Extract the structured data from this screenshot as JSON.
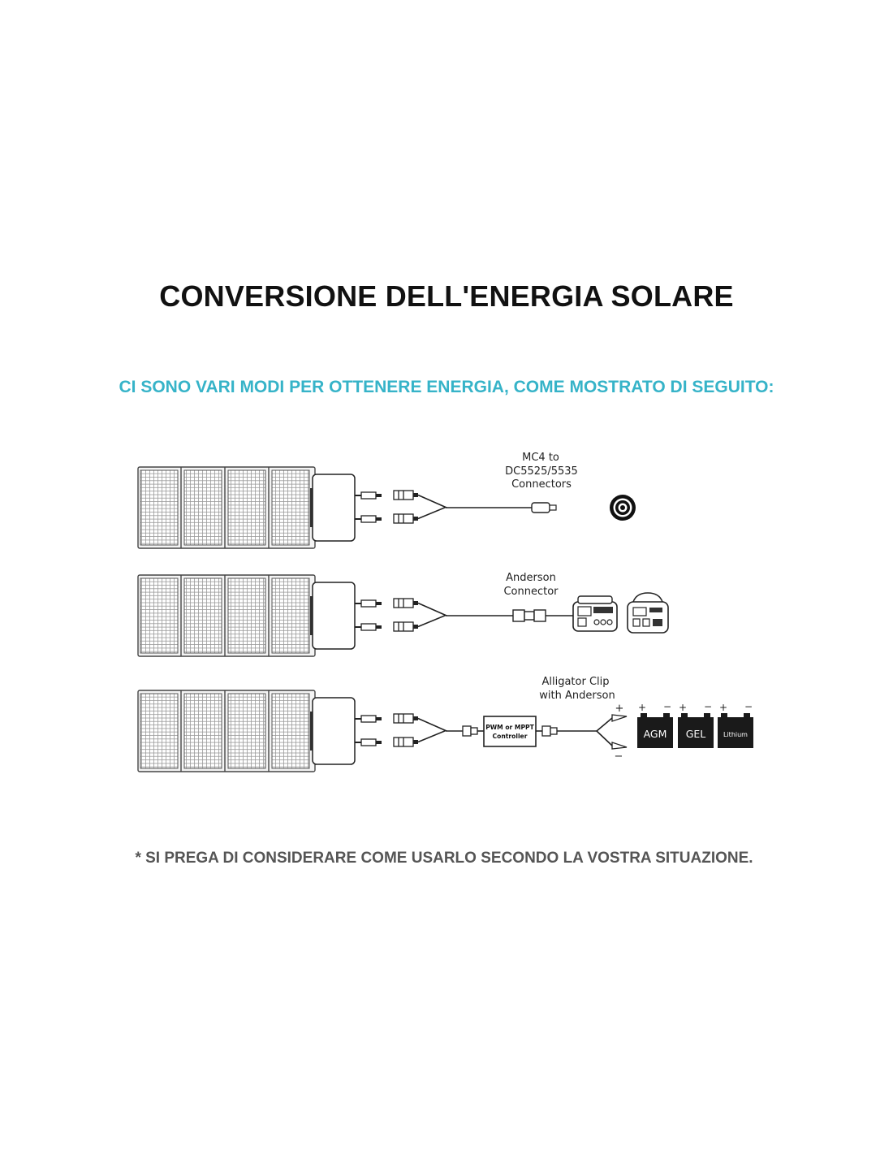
{
  "title": "CONVERSIONE DELL'ENERGIA SOLARE",
  "subtitle": "CI SONO VARI MODI PER OTTENERE ENERGIA, COME MOSTRATO DI SEGUITO:",
  "footnote": "* SI PREGA DI CONSIDERARE COME USARLO SECONDO LA VOSTRA SITUAZIONE.",
  "colors": {
    "accent": "#36b3c8",
    "line": "#222222",
    "battery": "#1a1a1a"
  },
  "rows": [
    {
      "label_lines": [
        "MC4 to",
        "DC5525/5535",
        "Connectors"
      ],
      "device_icon": "dc-barrel-jack-icon"
    },
    {
      "label_lines": [
        "Anderson",
        "Connector"
      ],
      "device_icon": "portable-power-station-icon"
    },
    {
      "label_lines": [
        "Alligator Clip",
        "with Anderson"
      ],
      "controller_lines": [
        "PWM or MPPT",
        "Controller"
      ],
      "clip_plus": "+",
      "clip_minus": "−",
      "batteries": [
        {
          "label": "AGM",
          "plus": "+",
          "minus": "−"
        },
        {
          "label": "GEL",
          "plus": "+",
          "minus": "−"
        },
        {
          "label": "Lithium",
          "plus": "+",
          "minus": "−"
        }
      ]
    }
  ]
}
